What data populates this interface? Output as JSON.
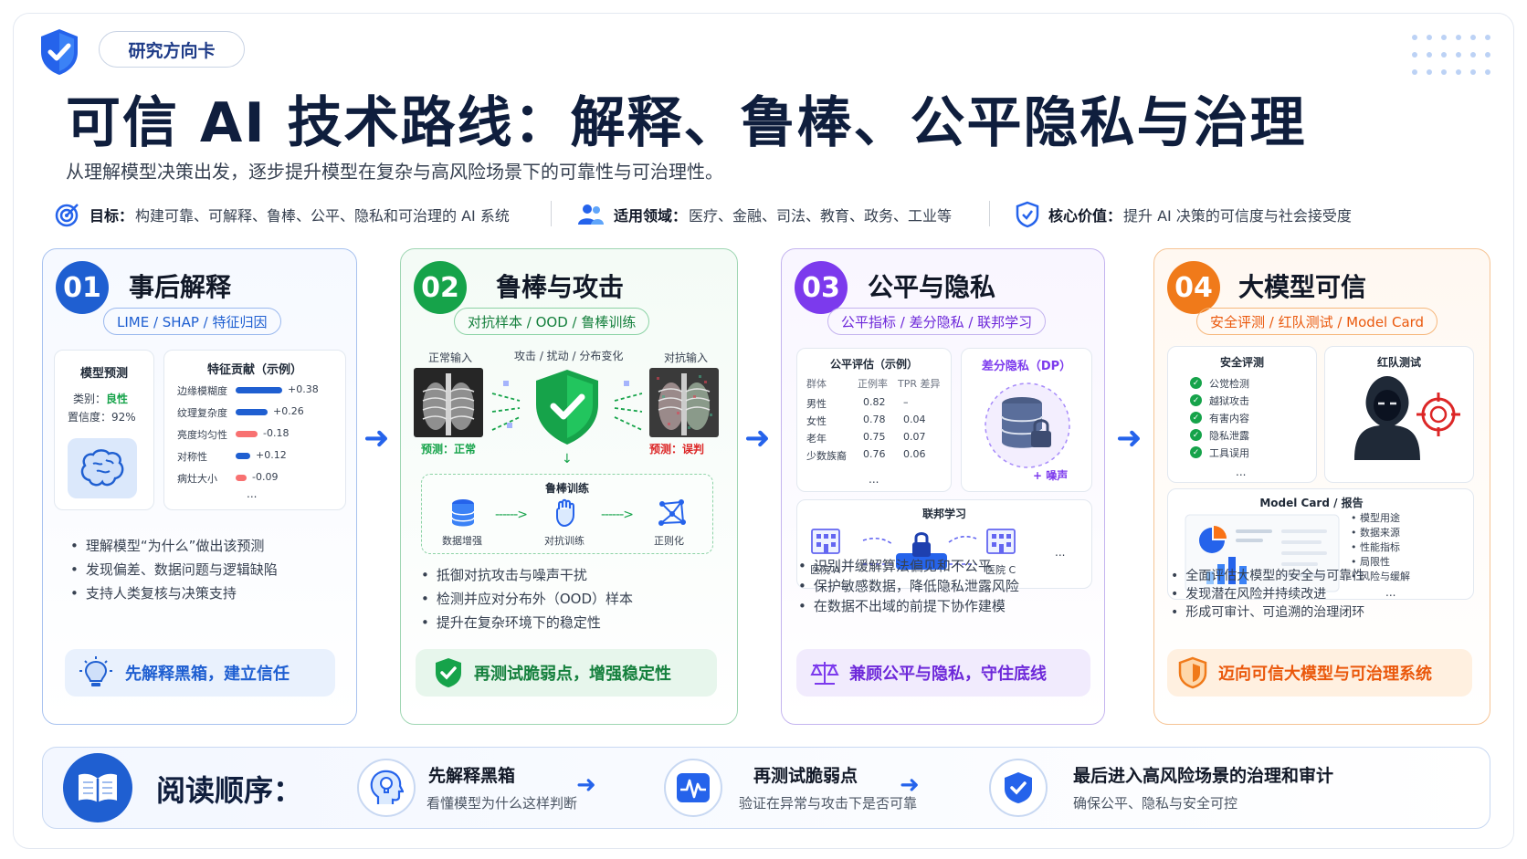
{
  "header": {
    "tag": "研究方向卡",
    "title": "可信 AI 技术路线：解释、鲁棒、公平隐私与治理",
    "subtitle": "从理解模型决策出发，逐步提升模型在复杂与高风险场景下的可靠性与可治理性。"
  },
  "info": [
    {
      "label": "目标：",
      "value": "构建可靠、可解释、鲁棒、公平、隐私和可治理的 AI 系统",
      "icon": "target-icon"
    },
    {
      "label": "适用领域：",
      "value": "医疗、金融、司法、教育、政务、工业等",
      "icon": "users-icon"
    },
    {
      "label": "核心价值：",
      "value": "提升 AI 决策的可信度与社会接受度",
      "icon": "shield-icon"
    }
  ],
  "colors": {
    "blue": "#1f5fd1",
    "green": "#16a34a",
    "purple": "#7c3aed",
    "orange": "#f07a1a"
  },
  "card1": {
    "num": "01",
    "title": "事后解释",
    "pill": "LIME / SHAP / 特征归因",
    "pred_title": "模型预测",
    "class_label": "类别：",
    "class_value": "良性",
    "conf_label": "置信度：",
    "conf_value": "92%",
    "feat_title": "特征贡献（示例）",
    "features": [
      {
        "name": "边缘模糊度",
        "value": "+0.38",
        "v": 0.38
      },
      {
        "name": "纹理复杂度",
        "value": "+0.26",
        "v": 0.26
      },
      {
        "name": "亮度均匀性",
        "value": "-0.18",
        "v": -0.18
      },
      {
        "name": "对称性",
        "value": "+0.12",
        "v": 0.12
      },
      {
        "name": "病灶大小",
        "value": "-0.09",
        "v": -0.09
      }
    ],
    "ellipsis": "...",
    "bullets": [
      "理解模型“为什么”做出该预测",
      "发现偏差、数据问题与逻辑缺陷",
      "支持人类复核与决策支持"
    ],
    "footer": "先解释黑箱，建立信任"
  },
  "card2": {
    "num": "02",
    "title": "鲁棒与攻击",
    "pill": "对抗样本 / OOD / 鲁棒训练",
    "normal_label": "正常输入",
    "attack_label": "攻击 / 扰动 / 分布变化",
    "adv_label": "对抗输入",
    "pred_normal": "预测：正常",
    "pred_wrong": "预测：误判",
    "train_title": "鲁棒训练",
    "steps": [
      "数据增强",
      "对抗训练",
      "正则化"
    ],
    "bullets": [
      "抵御对抗攻击与噪声干扰",
      "检测并应对分布外（OOD）样本",
      "提升在复杂环境下的稳定性"
    ],
    "footer": "再测试脆弱点，增强稳定性"
  },
  "card3": {
    "num": "03",
    "title": "公平与隐私",
    "pill": "公平指标 / 差分隐私 / 联邦学习",
    "fair_title": "公平评估（示例）",
    "table_headers": [
      "群体",
      "正例率",
      "TPR 差异"
    ],
    "table_rows": [
      [
        "男性",
        "0.82",
        "–"
      ],
      [
        "女性",
        "0.78",
        "0.04"
      ],
      [
        "老年",
        "0.75",
        "0.07"
      ],
      [
        "少数族裔",
        "0.76",
        "0.06"
      ]
    ],
    "ellipsis": "...",
    "dp_title": "差分隐私（DP）",
    "dp_noise": "+ 噪声",
    "fl_title": "联邦学习",
    "hospital_a": "医院 A",
    "hospital_c": "医院 C",
    "bullets": [
      "识别并缓解算法偏见和不公平",
      "保护敏感数据，降低隐私泄露风险",
      "在数据不出域的前提下协作建模"
    ],
    "footer": "兼顾公平与隐私，守住底线"
  },
  "card4": {
    "num": "04",
    "title": "大模型可信",
    "pill": "安全评测 / 红队测试 / Model Card",
    "eval_title": "安全评测",
    "checks": [
      "公觉检测",
      "越狱攻击",
      "有害内容",
      "隐私泄露",
      "工具误用"
    ],
    "ellipsis": "...",
    "red_title": "红队测试",
    "mc_title": "Model Card / 报告",
    "mc_items": [
      "模型用途",
      "数据来源",
      "性能指标",
      "局限性",
      "风险与缓解"
    ],
    "bullets": [
      "全面评估大模型的安全与可靠性",
      "发现潜在风险并持续改进",
      "形成可审计、可追溯的治理闭环"
    ],
    "footer": "迈向可信大模型与可治理系统"
  },
  "reading": {
    "title": "阅读顺序：",
    "steps": [
      {
        "title": "先解释黑箱",
        "desc": "看懂模型为什么这样判断"
      },
      {
        "title": "再测试脆弱点",
        "desc": "验证在异常与攻击下是否可靠"
      },
      {
        "title": "最后进入高风险场景的治理和审计",
        "desc": "确保公平、隐私与安全可控"
      }
    ]
  }
}
